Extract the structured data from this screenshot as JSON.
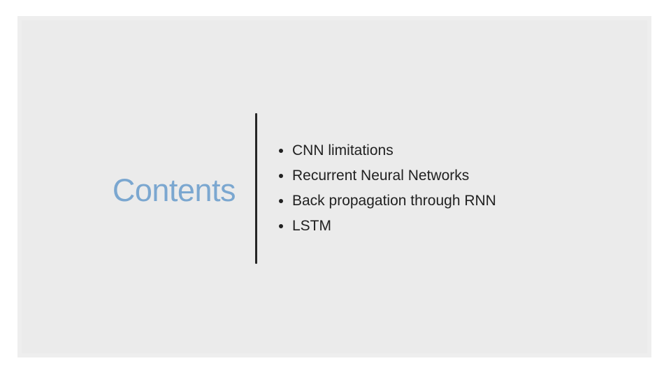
{
  "colors": {
    "page_bg": "#ffffff",
    "slide_bg": "#ebebeb",
    "title_text": "#7ba7d0",
    "body_text": "#212121",
    "divider": "#262626"
  },
  "slide": {
    "title": "Contents",
    "bullets": [
      "CNN limitations",
      "Recurrent Neural Networks",
      "Back propagation through RNN",
      "LSTM"
    ]
  }
}
